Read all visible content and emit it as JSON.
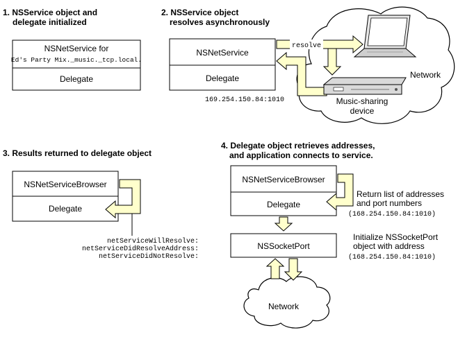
{
  "step1": {
    "title_line1": "1. NSService object and",
    "title_line2": "delegate initialized",
    "box_top_line1": "NSNetService for",
    "box_top_line2": "Ed's Party Mix._music._tcp.local.",
    "box_bottom": "Delegate"
  },
  "step2": {
    "title_line1": "2. NSService object",
    "title_line2": "resolves asynchronously",
    "box_top": "NSNetService",
    "box_bottom": "Delegate",
    "resolve_label": "resolve",
    "address": "169.254.150.84:1010",
    "network_label": "Network",
    "device_label_line1": "Music-sharing",
    "device_label_line2": "device"
  },
  "step3": {
    "title": "3. Results returned to delegate object",
    "box_top": "NSNetServiceBrowser",
    "box_bottom": "Delegate",
    "callbacks": [
      "netServiceWillResolve:",
      "netServiceDidResolveAddress:",
      "netServiceDidNotResolve:"
    ]
  },
  "step4": {
    "title_line1": "4. Delegate object retrieves addresses,",
    "title_line2": "and application connects to service.",
    "box_top": "NSNetServiceBrowser",
    "box_bottom": "Delegate",
    "socket_box": "NSSocketPort",
    "return_line1": "Return list of addresses",
    "return_line2": "and port numbers",
    "return_address": "(168.254.150.84:1010)",
    "init_line1": "Initialize NSSocketPort",
    "init_line2": "object with address",
    "init_address": "(168.254.150.84:1010)",
    "network_label": "Network"
  },
  "icons": [
    "laptop-icon",
    "music-device-icon",
    "network-cloud-icon"
  ],
  "colors": {
    "arrow_fill": "#ffffcc",
    "device_fill": "#d9d9d9"
  }
}
